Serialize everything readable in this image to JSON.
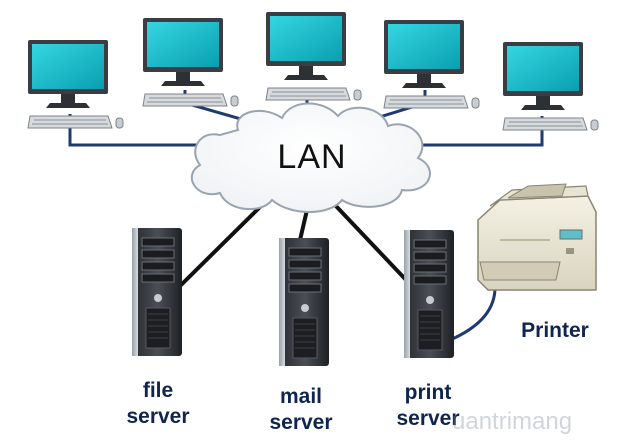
{
  "diagram": {
    "hub_label": "LAN",
    "servers": [
      {
        "id": "file",
        "label_line1": "file",
        "label_line2": "server"
      },
      {
        "id": "mail",
        "label_line1": "mail",
        "label_line2": "server"
      },
      {
        "id": "print",
        "label_line1": "print",
        "label_line2": "server"
      }
    ],
    "printer_label": "Printer",
    "workstation_count": 5
  },
  "watermark": {
    "text": "uantrimang"
  },
  "colors": {
    "cable": "#1f3a6e",
    "server_link": "#111111",
    "label": "#0f2550",
    "screen": "#0fb6c6",
    "monitor_frame": "#3a3e44",
    "cloud_fill": "#ffffff",
    "cloud_stroke": "#9aa4b0"
  }
}
